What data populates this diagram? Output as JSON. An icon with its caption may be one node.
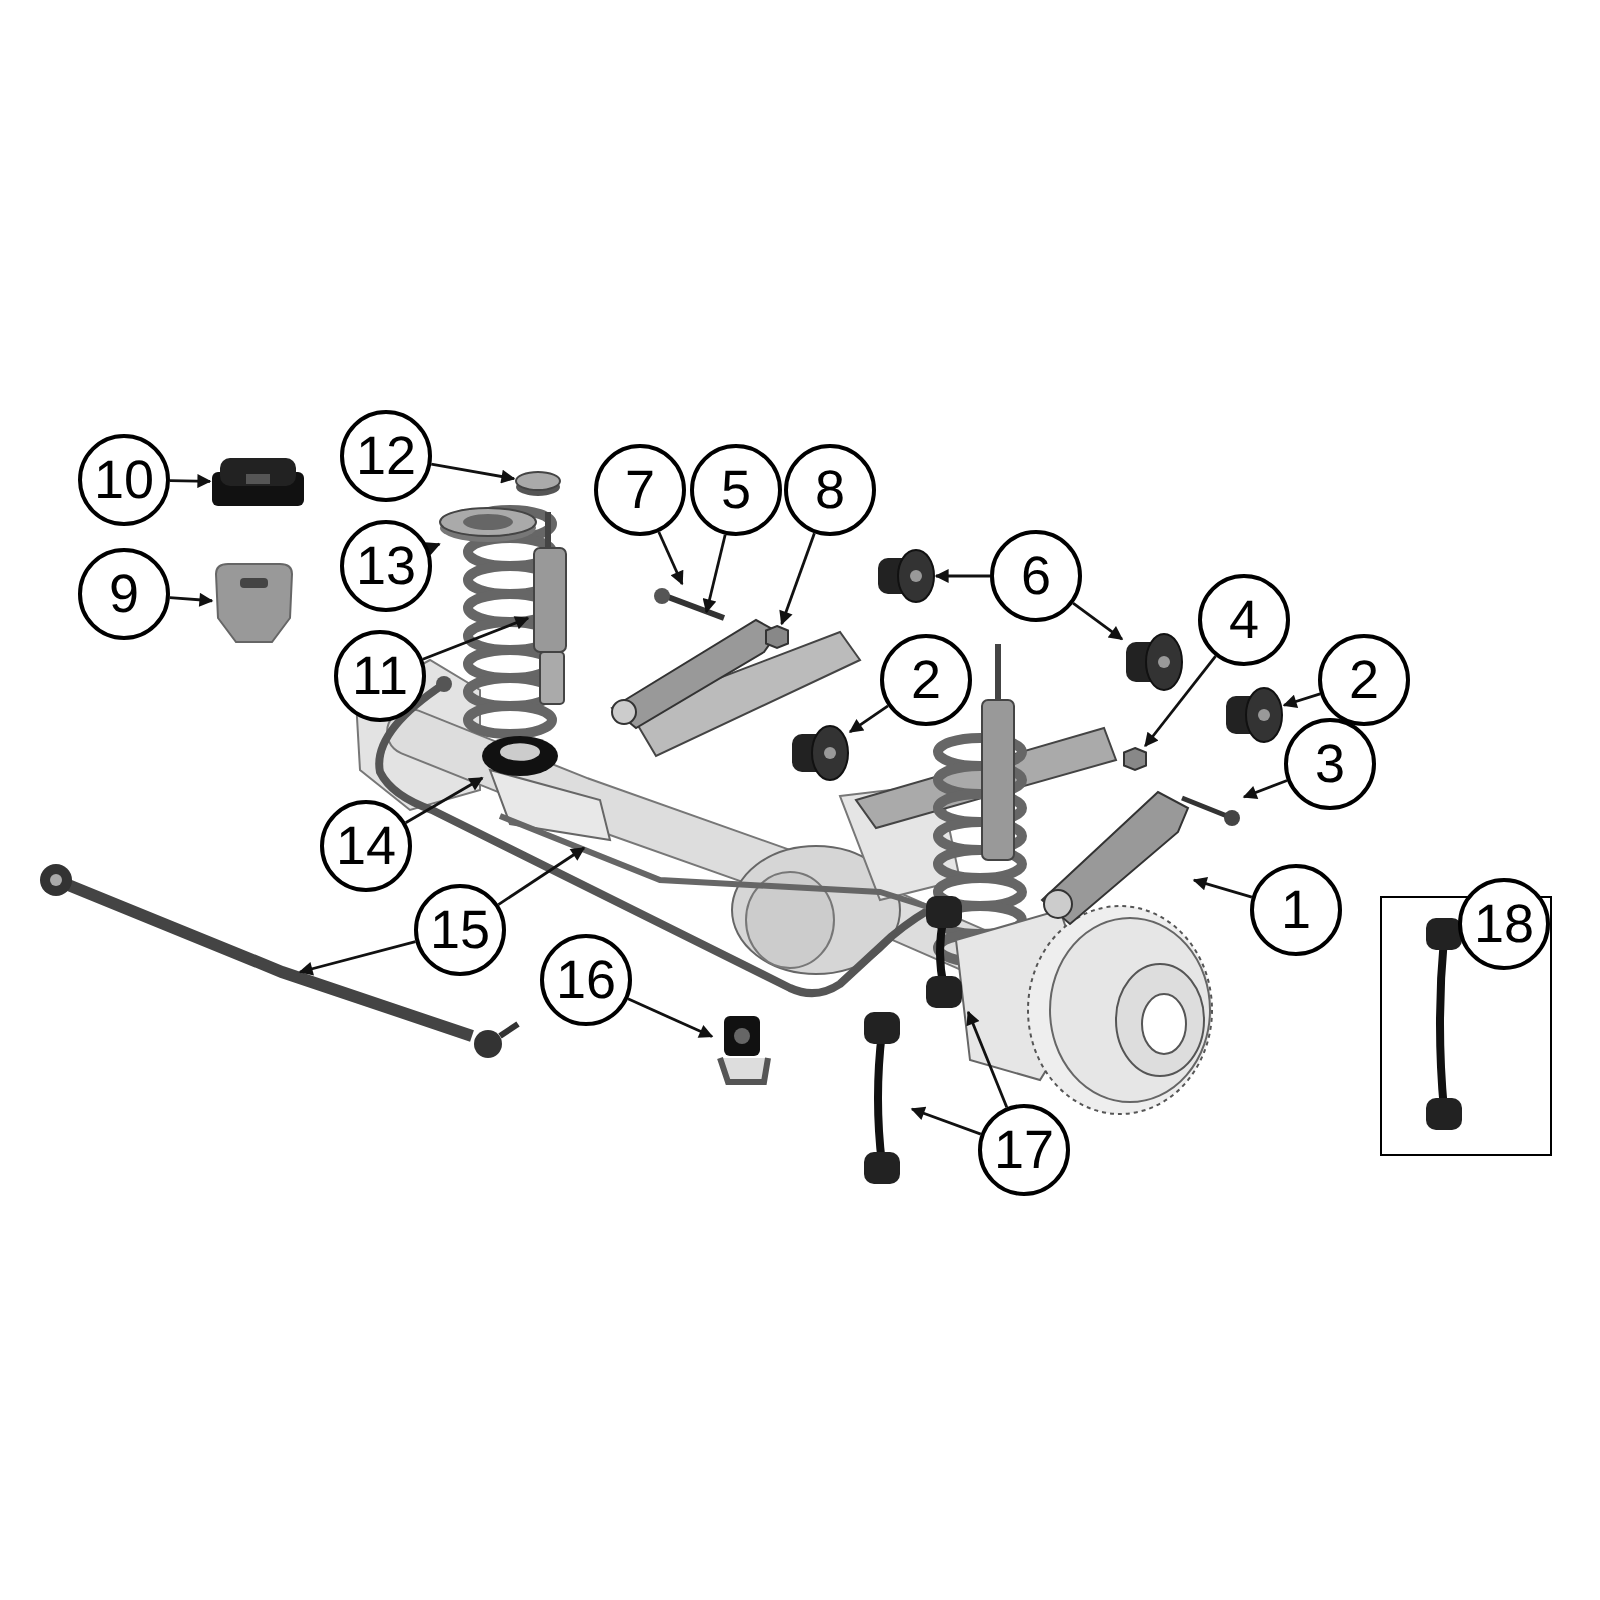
{
  "diagram": {
    "nodes": [
      {
        "text": [
          "12"
        ]
      },
      {
        "text": [],
        "shape": "circle"
      },
      {
        "text": [
          "7"
        ]
      },
      {
        "text": [],
        "shape": "picture"
      },
      {
        "text": [
          "5"
        ]
      },
      {
        "text": [],
        "shape": "picture"
      },
      {
        "text": [
          "8"
        ]
      },
      {
        "text": [],
        "shape": "hexagon"
      },
      {
        "text": [
          "10"
        ]
      },
      {
        "text": [],
        "shape": "picture"
      },
      {
        "text": [
          "13"
        ]
      },
      {
        "text": [],
        "shape": "picture"
      },
      {
        "text": [
          "6"
        ]
      },
      {
        "text": [],
        "shape": "picture"
      },
      {
        "text": [],
        "shape": "picture"
      },
      {
        "text": [
          "9"
        ]
      },
      {
        "text": [],
        "shape": "picture"
      },
      {
        "text": [
          "4"
        ]
      },
      {
        "text": [],
        "shape": "hexagon"
      },
      {
        "text": [
          "2"
        ]
      },
      {
        "text": [],
        "shape": "picture"
      },
      {
        "text": [
          "2"
        ]
      },
      {
        "text": [],
        "shape": "picture"
      },
      {
        "text": [
          "11"
        ]
      },
      {
        "text": [],
        "shape": "cylinder"
      },
      {
        "text": [
          "3"
        ]
      },
      {
        "text": [],
        "shape": "picture"
      },
      {
        "text": [
          "14"
        ]
      },
      {
        "text": [],
        "shape": "picture"
      },
      {
        "text": [
          "1"
        ]
      },
      {
        "text": [],
        "shape": "picture"
      },
      {
        "text": [
          "15"
        ]
      },
      {
        "text": [],
        "shape": "box"
      },
      {
        "text": [
          "18"
        ]
      },
      {
        "text": [],
        "shape": "picture",
        "in": 32
      },
      {
        "text": [
          "16"
        ]
      },
      {
        "text": [],
        "shape": "picture"
      },
      {
        "text": [
          "17"
        ]
      },
      {
        "text": [],
        "shape": "picture"
      },
      {
        "text": [],
        "shape": "picture"
      }
    ],
    "edges": [
      {
        "from": 0,
        "to": 1,
        "arrow": "to"
      },
      {
        "from": 2,
        "to": 3,
        "arrow": "to"
      },
      {
        "from": 4,
        "to": 5,
        "arrow": "to"
      },
      {
        "from": 6,
        "to": 7,
        "arrow": "to"
      },
      {
        "from": 8,
        "to": 9,
        "arrow": "to"
      },
      {
        "from": 10,
        "to": 11,
        "arrow": "to"
      },
      {
        "from": 12,
        "to": 13,
        "arrow": "to"
      },
      {
        "from": 12,
        "to": 14,
        "arrow": "to"
      },
      {
        "from": 15,
        "to": 16,
        "arrow": "to"
      },
      {
        "from": 17,
        "to": 18,
        "arrow": "to"
      },
      {
        "from": 19,
        "to": 20,
        "arrow": "to"
      },
      {
        "from": 21,
        "to": 22,
        "arrow": "to"
      },
      {
        "from": 23,
        "to": 24,
        "arrow": "to"
      },
      {
        "from": 25,
        "to": 26,
        "arrow": "to"
      },
      {
        "from": 27,
        "to": 28,
        "arrow": "to"
      },
      {
        "from": 29,
        "to": 30,
        "arrow": "to"
      },
      {
        "from": 31,
        "to": null,
        "arrow": "to"
      },
      {
        "from": 31,
        "to": null,
        "arrow": "to"
      },
      {
        "from": 35,
        "to": 36,
        "arrow": "to"
      },
      {
        "from": 37,
        "to": 38,
        "arrow": "to"
      },
      {
        "from": 37,
        "to": 39,
        "arrow": "to"
      }
    ]
  }
}
